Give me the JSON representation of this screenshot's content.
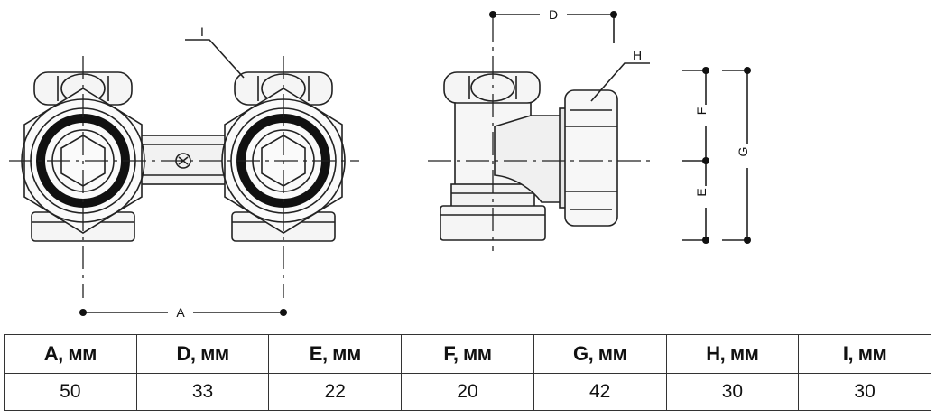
{
  "diagram": {
    "labels": {
      "A": "A",
      "D": "D",
      "E": "E",
      "F": "F",
      "G": "G",
      "H": "H",
      "I": "I"
    }
  },
  "table": {
    "headers": [
      "A, мм",
      "D, мм",
      "E, мм",
      "F, мм",
      "G, мм",
      "H, мм",
      "I, мм"
    ],
    "values": [
      "50",
      "33",
      "22",
      "20",
      "42",
      "30",
      "30"
    ]
  }
}
